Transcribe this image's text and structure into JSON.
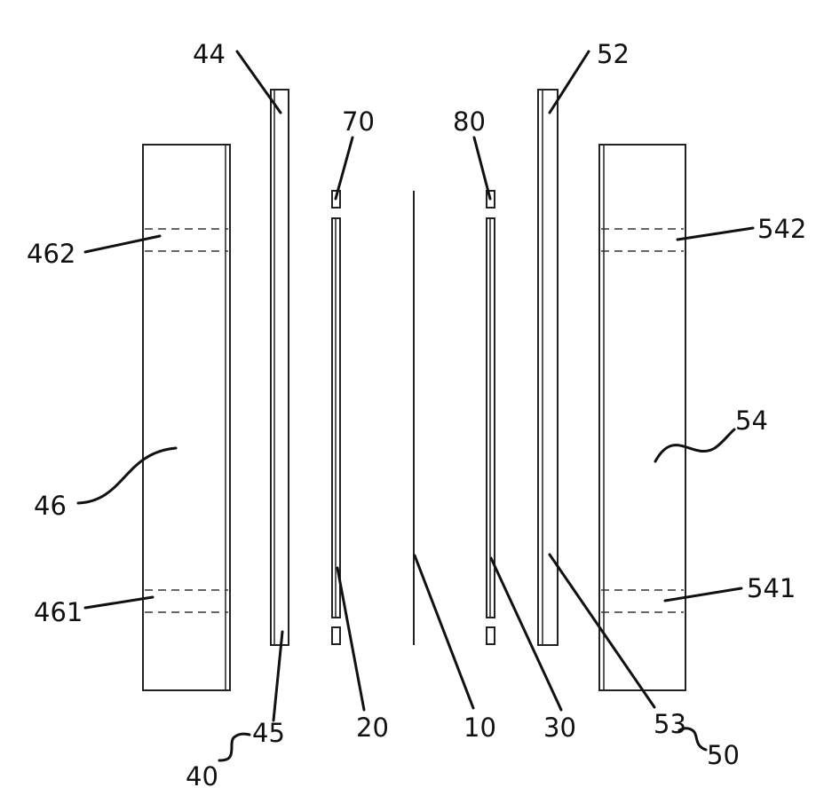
{
  "figure": {
    "labels": {
      "ref_10": "10",
      "ref_20": "20",
      "ref_30": "30",
      "ref_40": "40",
      "ref_44": "44",
      "ref_45": "45",
      "ref_46": "46",
      "ref_461": "461",
      "ref_462": "462",
      "ref_50": "50",
      "ref_52": "52",
      "ref_53": "53",
      "ref_54": "54",
      "ref_541": "541",
      "ref_542": "542",
      "ref_70": "70",
      "ref_80": "80"
    }
  }
}
